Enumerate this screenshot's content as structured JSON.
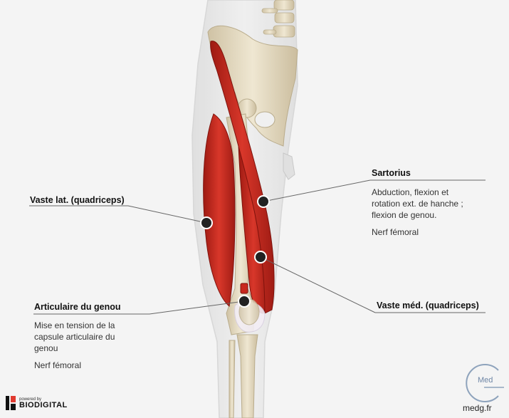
{
  "labels": {
    "vaste_lat": {
      "title": "Vaste lat. (quadriceps)"
    },
    "sartorius": {
      "title": "Sartorius",
      "description": [
        "Abduction, flexion et",
        "rotation ext. de hanche ;",
        "flexion de genou."
      ],
      "nerve": "Nerf fémoral"
    },
    "articulaire": {
      "title": "Articulaire du genou",
      "description": [
        "Mise en tension de la",
        "capsule articulaire du",
        "genou"
      ],
      "nerve": "Nerf fémoral"
    },
    "vaste_med": {
      "title": "Vaste méd. (quadriceps)"
    }
  },
  "branding": {
    "powered_by": "powered by",
    "biodigital": "BIODIGITAL",
    "medg_logo_text": "Med",
    "medg_site": "medg.fr"
  },
  "colors": {
    "background": "#f4f4f4",
    "muscle": "#c8281e",
    "bone": "#e6dcc4",
    "leader_line": "#666666",
    "marker": "#222222"
  }
}
